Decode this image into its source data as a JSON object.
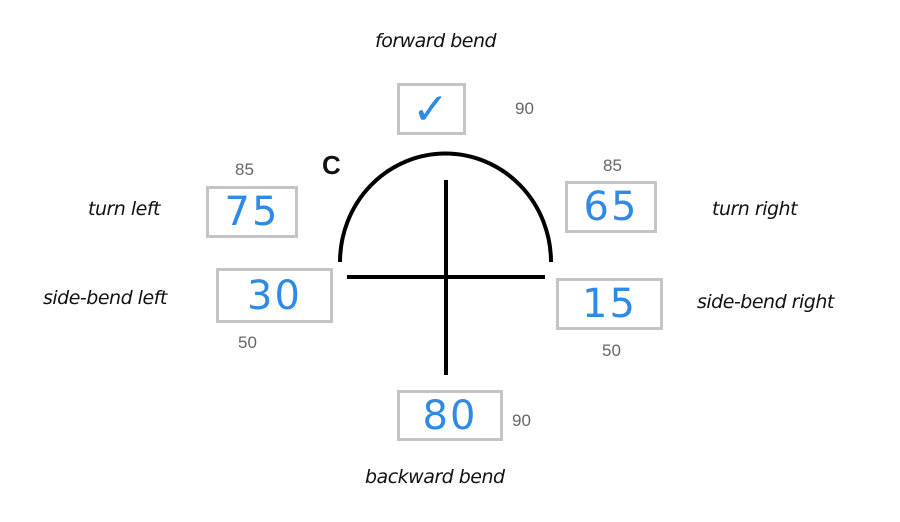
{
  "center_label": "C",
  "movements": {
    "forward": {
      "label": "forward bend",
      "value": "✓",
      "limit": "90"
    },
    "turn_left": {
      "label": "turn left",
      "value": "75",
      "limit": "85"
    },
    "turn_right": {
      "label": "turn right",
      "value": "65",
      "limit": "85"
    },
    "side_left": {
      "label": "side-bend left",
      "value": "30",
      "limit": "50"
    },
    "side_right": {
      "label": "side-bend right",
      "value": "15",
      "limit": "50"
    },
    "backward": {
      "label": "backward bend",
      "value": "80",
      "limit": "90"
    }
  },
  "colors": {
    "ink": "#2f8ae6",
    "box": "#c4c4c4"
  }
}
